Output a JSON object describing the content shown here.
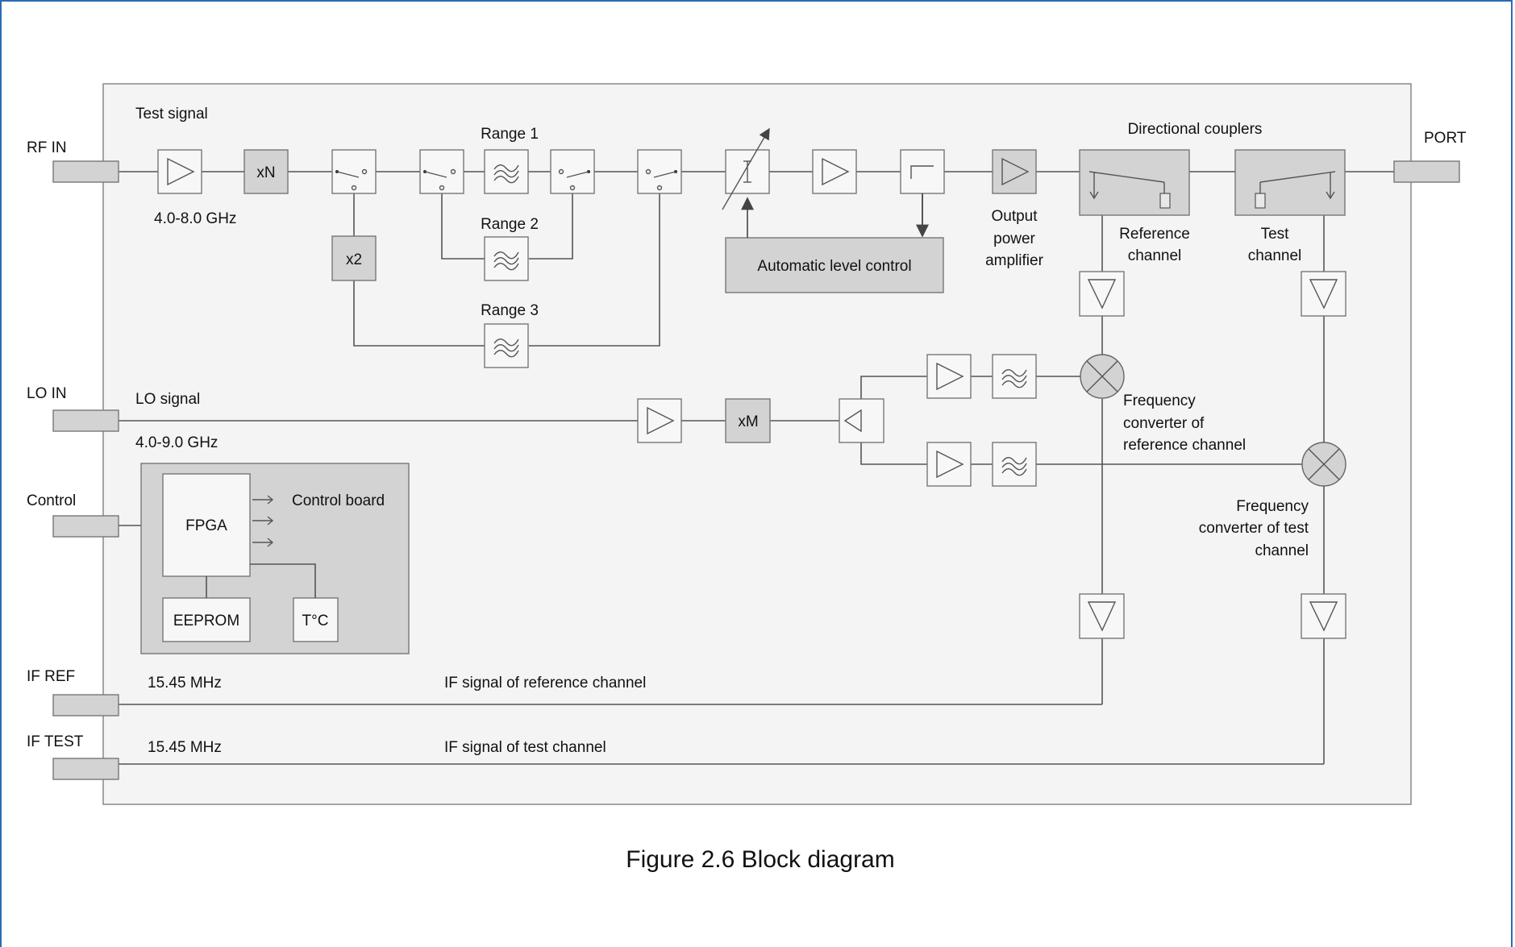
{
  "ports": {
    "rf_in": "RF IN",
    "lo_in": "LO IN",
    "control": "Control",
    "if_ref": "IF REF",
    "if_test": "IF TEST",
    "port": "PORT"
  },
  "test_path": {
    "title": "Test signal",
    "freq_range": "4.0-8.0 GHz",
    "multiplier_n": "xN",
    "doubler": "x2",
    "range1": "Range 1",
    "range2": "Range 2",
    "range3": "Range 3",
    "alc": "Automatic level control",
    "output_amp_line1": "Output",
    "output_amp_line2": "power",
    "output_amp_line3": "amplifier"
  },
  "couplers": {
    "title": "Directional couplers",
    "ref_line1": "Reference",
    "ref_line2": "channel",
    "test_line1": "Test",
    "test_line2": "channel"
  },
  "lo_path": {
    "title": "LO signal",
    "freq_range": "4.0-9.0 GHz",
    "multiplier_m": "xM"
  },
  "converters": {
    "ref_line1": "Frequency",
    "ref_line2": "converter of",
    "ref_line3": "reference channel",
    "test_line1": "Frequency",
    "test_line2": "converter of test",
    "test_line3": "channel"
  },
  "control_board": {
    "title": "Control board",
    "fpga": "FPGA",
    "eeprom": "EEPROM",
    "temp": "T°C"
  },
  "if_outputs": {
    "ref_freq": "15.45 MHz",
    "ref_label": "IF signal of reference channel",
    "test_freq": "15.45 MHz",
    "test_label": "IF signal of test channel"
  },
  "caption": "Figure 2.6 Block diagram"
}
